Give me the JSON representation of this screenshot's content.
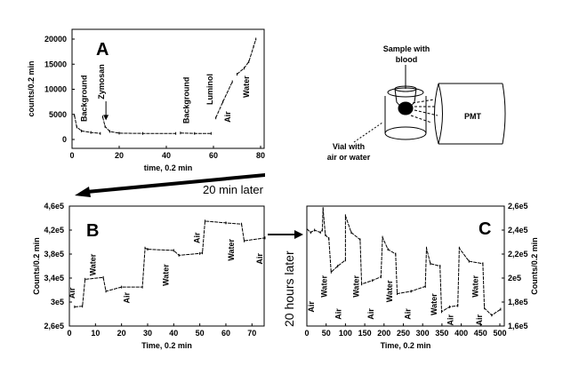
{
  "chart_data": [
    {
      "id": "A",
      "type": "line",
      "panel_label": "A",
      "xlabel": "time, 0.2 min",
      "ylabel": "counts/0.2 min",
      "xlim": [
        0,
        80
      ],
      "ylim": [
        -1000,
        21500
      ],
      "xticks": [
        "0",
        "20",
        "40",
        "60",
        "80"
      ],
      "xtick_values": [
        0,
        20,
        40,
        60,
        80
      ],
      "yticks": [
        "0",
        "5000",
        "10000",
        "15000",
        "20000"
      ],
      "ytick_values": [
        0,
        5000,
        10000,
        15000,
        20000
      ],
      "series": [
        {
          "name": "segment-1",
          "x": [
            1,
            2,
            4,
            8,
            12
          ],
          "y": [
            4800,
            2500,
            1700,
            1400,
            1200
          ]
        },
        {
          "name": "segment-2",
          "x": [
            13,
            14,
            16,
            20,
            30,
            44
          ],
          "y": [
            4500,
            2600,
            1600,
            1250,
            1200,
            1200
          ]
        },
        {
          "name": "segment-3",
          "x": [
            46,
            52,
            59
          ],
          "y": [
            1300,
            1200,
            1200
          ]
        },
        {
          "name": "segment-4",
          "x": [
            61,
            64,
            68
          ],
          "y": [
            4300,
            7500,
            11500
          ]
        },
        {
          "name": "segment-5",
          "x": [
            70,
            73,
            75,
            77,
            78
          ],
          "y": [
            13000,
            14200,
            15500,
            18500,
            20000
          ]
        }
      ],
      "annotations": [
        {
          "text": "Background",
          "x": 5,
          "y": 8200
        },
        {
          "text": "Zymosan",
          "x": 12.5,
          "y": 11500,
          "arrow_to_y": 4000
        },
        {
          "text": "Background",
          "x": 48.5,
          "y": 7800
        },
        {
          "text": "Luminol",
          "x": 58.5,
          "y": 10000
        },
        {
          "text": "Air",
          "x": 66,
          "y": 4500
        },
        {
          "text": "Water",
          "x": 74,
          "y": 10500
        }
      ]
    },
    {
      "id": "B",
      "type": "line",
      "panel_label": "B",
      "xlabel": "Time, 0.2 min",
      "ylabel": "Counts/0.2 min",
      "xlim": [
        0,
        75
      ],
      "ylim": [
        260000,
        460000
      ],
      "xticks": [
        "0",
        "10",
        "20",
        "30",
        "40",
        "50",
        "60",
        "70"
      ],
      "xtick_values": [
        0,
        10,
        20,
        30,
        40,
        50,
        60,
        70
      ],
      "yticks": [
        "2,6e5",
        "3e5",
        "3,4e5",
        "3,8e5",
        "4,2e5",
        "4,6e5"
      ],
      "ytick_values": [
        260000,
        300000,
        340000,
        380000,
        420000,
        460000
      ],
      "series": [
        {
          "name": "signal",
          "x": [
            2,
            5,
            6,
            13,
            14,
            20,
            28,
            29,
            30,
            40,
            42,
            50,
            51,
            52,
            60,
            66,
            67,
            75
          ],
          "y": [
            292000,
            293000,
            338000,
            341000,
            318000,
            325000,
            325000,
            390000,
            388000,
            386000,
            378000,
            381000,
            382000,
            435000,
            432000,
            430000,
            402000,
            407000
          ]
        }
      ],
      "annotations": [
        {
          "text": "Air",
          "x": 1,
          "y": 315000
        },
        {
          "text": "Water",
          "x": 9,
          "y": 362000
        },
        {
          "text": "Air",
          "x": 22,
          "y": 307000
        },
        {
          "text": "Water",
          "x": 37,
          "y": 345000
        },
        {
          "text": "Air",
          "x": 49,
          "y": 407000
        },
        {
          "text": "Water",
          "x": 62,
          "y": 387000
        },
        {
          "text": "Air",
          "x": 73,
          "y": 372000
        }
      ]
    },
    {
      "id": "C",
      "type": "line",
      "panel_label": "C",
      "xlabel": "Time, 0.2 min",
      "ylabel": "Counts/0.2 min",
      "xlim": [
        0,
        510
      ],
      "ylim": [
        160000,
        260000
      ],
      "xticks": [
        "0",
        "50",
        "100",
        "150",
        "200",
        "250",
        "300",
        "350",
        "400",
        "450",
        "500"
      ],
      "xtick_values": [
        0,
        50,
        100,
        150,
        200,
        250,
        300,
        350,
        400,
        450,
        500
      ],
      "yticks": [
        "1,6e5",
        "1,8e5",
        "2e5",
        "2,2e5",
        "2,4e5",
        "2,6e5"
      ],
      "ytick_values": [
        160000,
        180000,
        200000,
        220000,
        240000,
        260000
      ],
      "series": [
        {
          "name": "signal",
          "x": [
            0,
            10,
            20,
            35,
            40,
            42,
            48,
            57,
            63,
            80,
            100,
            100,
            115,
            138,
            142,
            170,
            192,
            196,
            210,
            230,
            234,
            270,
            307,
            310,
            320,
            345,
            349,
            370,
            391,
            395,
            420,
            456,
            460,
            479,
            502
          ],
          "y": [
            241000,
            238000,
            240000,
            238000,
            240000,
            258000,
            236000,
            233000,
            205000,
            210000,
            215000,
            252000,
            238000,
            232000,
            195000,
            198000,
            201000,
            234000,
            224000,
            220000,
            187000,
            189000,
            193000,
            225000,
            212000,
            210000,
            172000,
            176000,
            177000,
            225000,
            214000,
            212000,
            175000,
            169000,
            174000
          ]
        }
      ],
      "annotations": [
        {
          "text": "Air",
          "x": 12,
          "y": 176000
        },
        {
          "text": "Water",
          "x": 45,
          "y": 193000
        },
        {
          "text": "Air",
          "x": 82,
          "y": 170000
        },
        {
          "text": "Water",
          "x": 128,
          "y": 193000
        },
        {
          "text": "Air",
          "x": 166,
          "y": 170000
        },
        {
          "text": "Water",
          "x": 214,
          "y": 189000
        },
        {
          "text": "Air",
          "x": 262,
          "y": 170000
        },
        {
          "text": "Water",
          "x": 330,
          "y": 178000
        },
        {
          "text": "Air",
          "x": 372,
          "y": 165000
        },
        {
          "text": "Water",
          "x": 437,
          "y": 193000
        },
        {
          "text": "Air",
          "x": 447,
          "y": 165000
        }
      ]
    }
  ],
  "connectors": {
    "a_to_b": "20 min later",
    "b_to_c": "20 hours later"
  },
  "diagram": {
    "sample_label_1": "Sample with",
    "sample_label_2": "blood",
    "vial_label_1": "Vial with",
    "vial_label_2": "air or water",
    "detector_label": "PMT"
  }
}
